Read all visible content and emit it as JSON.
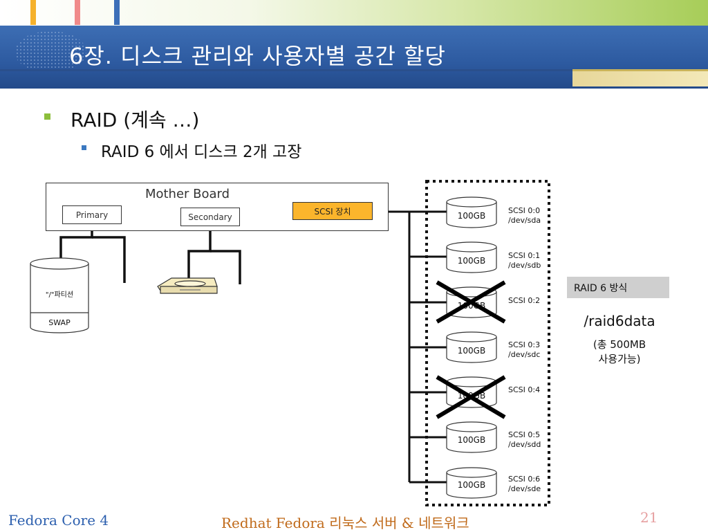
{
  "slide": {
    "title": "6장. 디스크 관리와 사용자별 공간 할당",
    "bullets": [
      {
        "text": "RAID (계속 …)"
      },
      {
        "text": "RAID 6 에서 디스크 2개 고장"
      }
    ]
  },
  "diagram": {
    "mother_board": "Mother Board",
    "primary": "Primary",
    "secondary": "Secondary",
    "scsi": "SCSI 장치",
    "system_disk": {
      "top_label": "\"/\"파티션",
      "bottom_label": "SWAP"
    },
    "disks": [
      {
        "size": "100GB",
        "id": "SCSI 0:0",
        "dev": "/dev/sda",
        "failed": false
      },
      {
        "size": "100GB",
        "id": "SCSI 0:1",
        "dev": "/dev/sdb",
        "failed": false
      },
      {
        "size": "100GB",
        "id": "SCSI 0:2",
        "dev": "",
        "failed": true
      },
      {
        "size": "100GB",
        "id": "SCSI 0:3",
        "dev": "/dev/sdc",
        "failed": false
      },
      {
        "size": "100GB",
        "id": "SCSI 0:4",
        "dev": "",
        "failed": true
      },
      {
        "size": "100GB",
        "id": "SCSI 0:5",
        "dev": "/dev/sdd",
        "failed": false
      },
      {
        "size": "100GB",
        "id": "SCSI 0:6",
        "dev": "/dev/sde",
        "failed": false
      }
    ],
    "raid": {
      "badge": "RAID 6 방식",
      "mount": "/raid6data",
      "capacity_line1": "(총 500MB",
      "capacity_line2": "사용가능)"
    }
  },
  "footer": {
    "left": "Fedora Core 4",
    "center": "Redhat Fedora 리눅스 서버 & 네트워크",
    "page": "21"
  },
  "colors": {
    "title_bar": "#2d5aa0",
    "scsi_box": "#fbb52c",
    "bullet_green": "#8cbe3c",
    "bullet_blue": "#3b78c0",
    "footer_blue": "#2c5fae",
    "footer_orange": "#c06a1a"
  }
}
